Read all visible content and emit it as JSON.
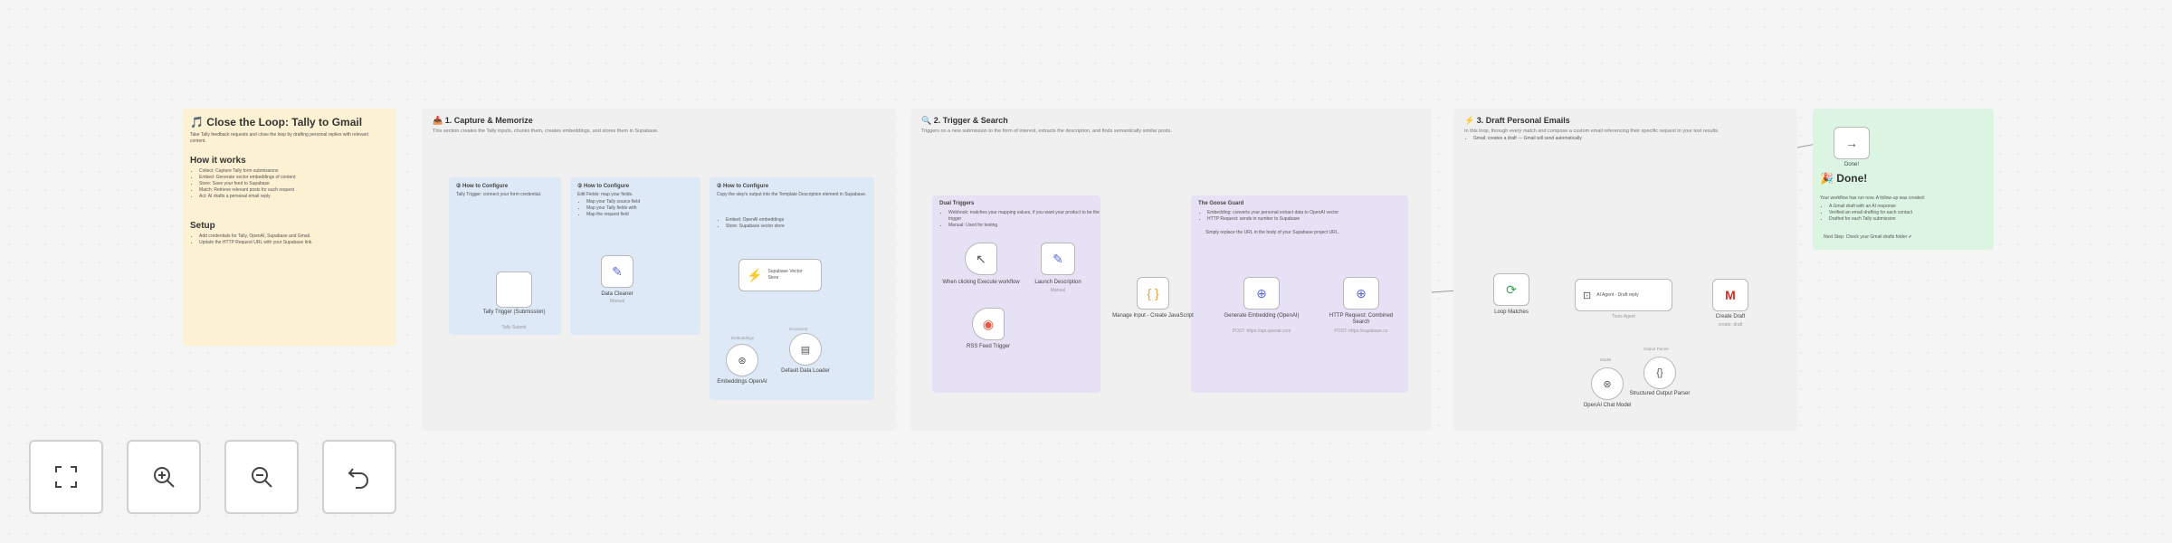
{
  "overview": {
    "title": "🎵 Close the Loop: Tally to Gmail",
    "intro": "Take Tally feedback requests and close the loop by drafting personal replies with relevant content.",
    "how_heading": "How it works",
    "how_items": [
      "Collect: Capture Tally form submissions",
      "Embed: Generate vector embeddings of content",
      "Store: Save your feed to Supabase",
      "Match: Retrieve relevant posts for each request",
      "Act: AI drafts a personal email reply"
    ],
    "setup_heading": "Setup",
    "setup_items": [
      "Add credentials for Tally, OpenAI, Supabase and Gmail.",
      "Update the HTTP Request URL with your Supabase link."
    ]
  },
  "section1": {
    "title": "📥 1. Capture & Memorize",
    "subtitle": "This section creates the Tally inputs, chunks them, creates embeddings, and stores them in Supabase.",
    "card_a": {
      "title": "② How to Configure",
      "body": "Tally Trigger: connect your form credential."
    },
    "card_b": {
      "title": "② How to Configure",
      "body": "Edit Fields: map your fields.",
      "items": [
        "Map your Tally source field",
        "Map your Tally fields with",
        "Map the request field"
      ]
    },
    "card_c": {
      "title": "② How to Configure",
      "body": "Copy the step's output into the Template Description element in Supabase.",
      "items": [
        "Embed: OpenAI embeddings",
        "Store: Supabase vector store"
      ]
    },
    "nodes": {
      "tally_trigger": "Tally Trigger (Submission)",
      "tally_sub": "Tally Submit",
      "edit_fields": "Data Cleaner",
      "edit_sub": "Manual",
      "vector_store": "Supabase Vector Store",
      "embeddings": "Embeddings OpenAI",
      "data_loader": "Default Data Loader",
      "label_embed": "Embeddings",
      "label_doc": "Document"
    }
  },
  "section2": {
    "title": "🔍 2. Trigger & Search",
    "subtitle": "Triggers on a new submission to the form of interest, extracts the description, and finds semantically similar posts.",
    "card_a": {
      "title": "Dual Triggers",
      "items": [
        "Webhook: matches your mapping values, if you want your product to be the trigger",
        "Manual: Used for testing"
      ]
    },
    "card_b": {
      "title": "The Goose Guard",
      "items": [
        "Embedding: converts your personal extract data to OpenAI vector",
        "HTTP Request: sends in number to Supabase"
      ],
      "note": "Simply replace the URL in the body of your Supabase project URL."
    },
    "nodes": {
      "webhook": "When clicking Execute workflow",
      "launch": "Launch Description",
      "launch_sub": "Manual",
      "rss": "RSS Feed Trigger",
      "merge": "Manage Input - Create JavaScript",
      "embedding": "Generate Embedding (OpenAI)",
      "embedding_sub": "POST: https://api.openai.com",
      "http": "HTTP Request: Combined Search",
      "http_sub": "POST: https://supabase.co"
    }
  },
  "section3": {
    "title": "⚡ 3. Draft Personal Emails",
    "subtitle": "In this loop, through every match and compose a custom email referencing their specific request in your text results.",
    "items": [
      "Gmail: creates a draft — Gmail will send automatically"
    ],
    "nodes": {
      "loop": "Loop Matches",
      "agent": "AI Agent - Draft reply",
      "agent_sub": "Tools Agent",
      "gmail": "Create Draft",
      "gmail_sub": "create: draft",
      "chat_model": "OpenAI Chat Model",
      "parser": "Structured Output Parser",
      "label_model": "Model",
      "label_parser": "Output Parser"
    }
  },
  "done": {
    "node_label": "Done!",
    "title": "🎉 Done!",
    "body": "Your workflow has run now. A follow-up was created:",
    "items": [
      "A Gmail draft with an AI response",
      "Verified an email drafting for each contact",
      "Drafted for each Tally submission"
    ],
    "footer": "Next Step: Check your Gmail drafts folder ✔"
  },
  "controls": {
    "fit": "fit-view-icon",
    "zoom_in": "zoom-in-icon",
    "zoom_out": "zoom-out-icon",
    "reset": "undo-icon"
  },
  "colors": {
    "yellow": "#fdf1d4",
    "blue": "#dde9f7",
    "purple": "#e6e1f4",
    "green": "#dcf5e3",
    "gray": "#f0f0f0"
  }
}
